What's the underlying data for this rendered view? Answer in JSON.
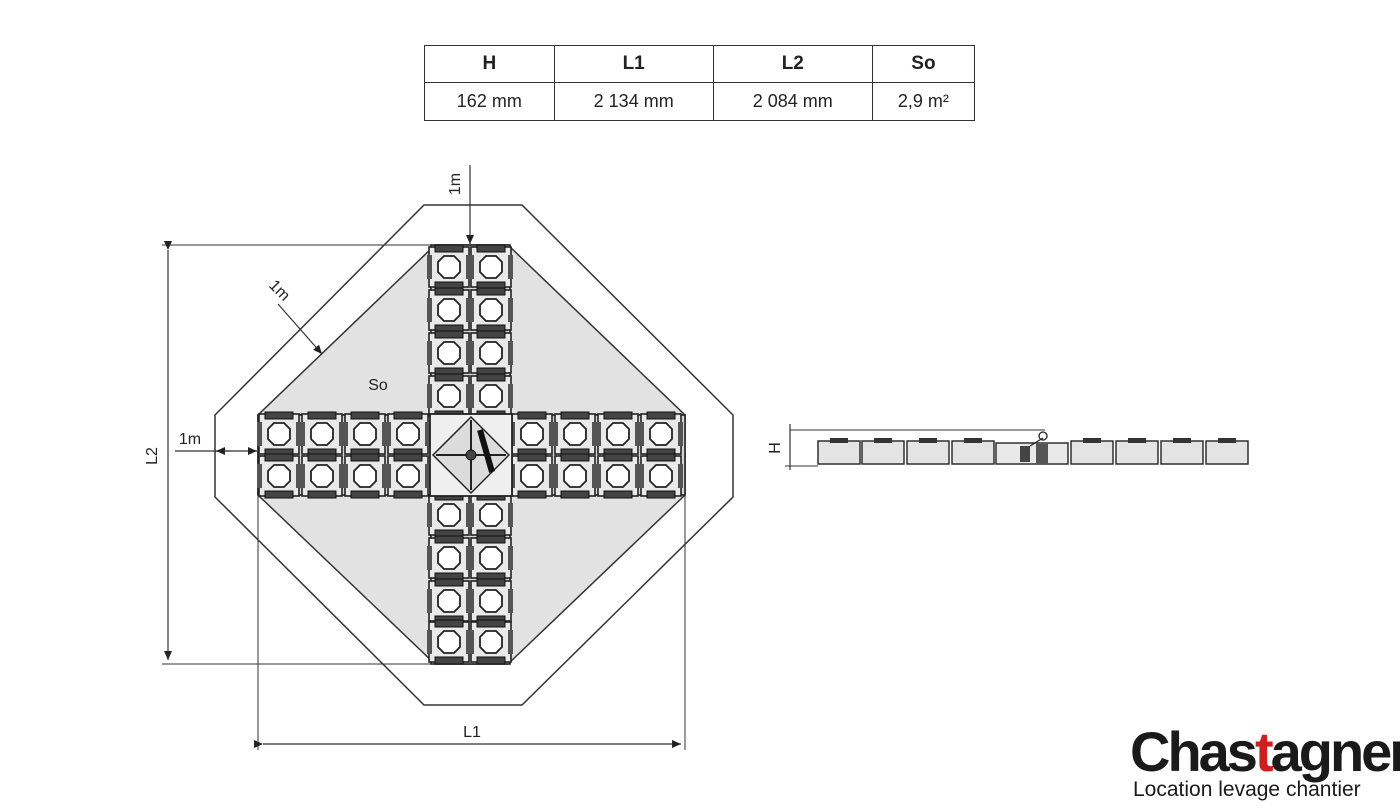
{
  "table": {
    "headers": [
      "H",
      "L1",
      "L2",
      "So"
    ],
    "values": [
      "162 mm",
      "2 134 mm",
      "2 084 mm",
      "2,9 m²"
    ]
  },
  "top_view": {
    "label_area": "So",
    "label_L1": "L1",
    "label_L2": "L2",
    "label_1m_top": "1m",
    "label_1m_left": "1m",
    "label_1m_diag": "1m"
  },
  "side_view": {
    "label_H": "H"
  },
  "logo": {
    "name_part1": "Chas",
    "name_part2": "t",
    "name_part3": "a",
    "name_part4": "gner",
    "tagline": "Location levage chantier",
    "accent_color": "#d01e1e"
  }
}
